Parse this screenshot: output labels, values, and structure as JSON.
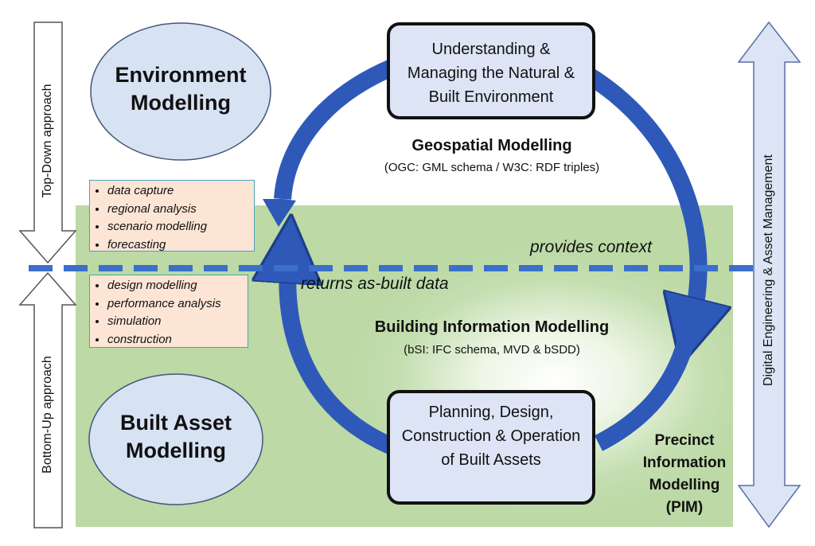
{
  "environment_modelling": "Environment Modelling",
  "built_asset_modelling": "Built Asset Modelling",
  "top_box": "Understanding & Managing the Natural & Built Environment",
  "bottom_box": "Planning, Design, Construction & Operation of Built Assets",
  "geospatial": {
    "title": "Geospatial Modelling",
    "subtitle": "(OGC: GML schema / W3C: RDF triples)"
  },
  "bim": {
    "title": "Building Information Modelling",
    "subtitle": "(bSI: IFC schema, MVD & bSDD)"
  },
  "provides_context": "provides context",
  "returns_data": "returns as-built data",
  "top_bullets": [
    "data capture",
    "regional analysis",
    "scenario modelling",
    "forecasting"
  ],
  "bottom_bullets": [
    "design modelling",
    "performance analysis",
    "simulation",
    "construction"
  ],
  "top_down": "Top-Down approach",
  "bottom_up": "Bottom-Up approach",
  "right_axis": "Digital Engineering & Asset Management",
  "pim": "Precinct Information Modelling (PIM)",
  "colors": {
    "cycle_arrow": "#2e59b8",
    "ellipse_fill": "#d7e2f3",
    "box_fill": "#dce4f5",
    "dashed_line": "#3b6fc9",
    "green_zone": "#bcd9a6",
    "bullet_fill": "#fde5d5"
  }
}
